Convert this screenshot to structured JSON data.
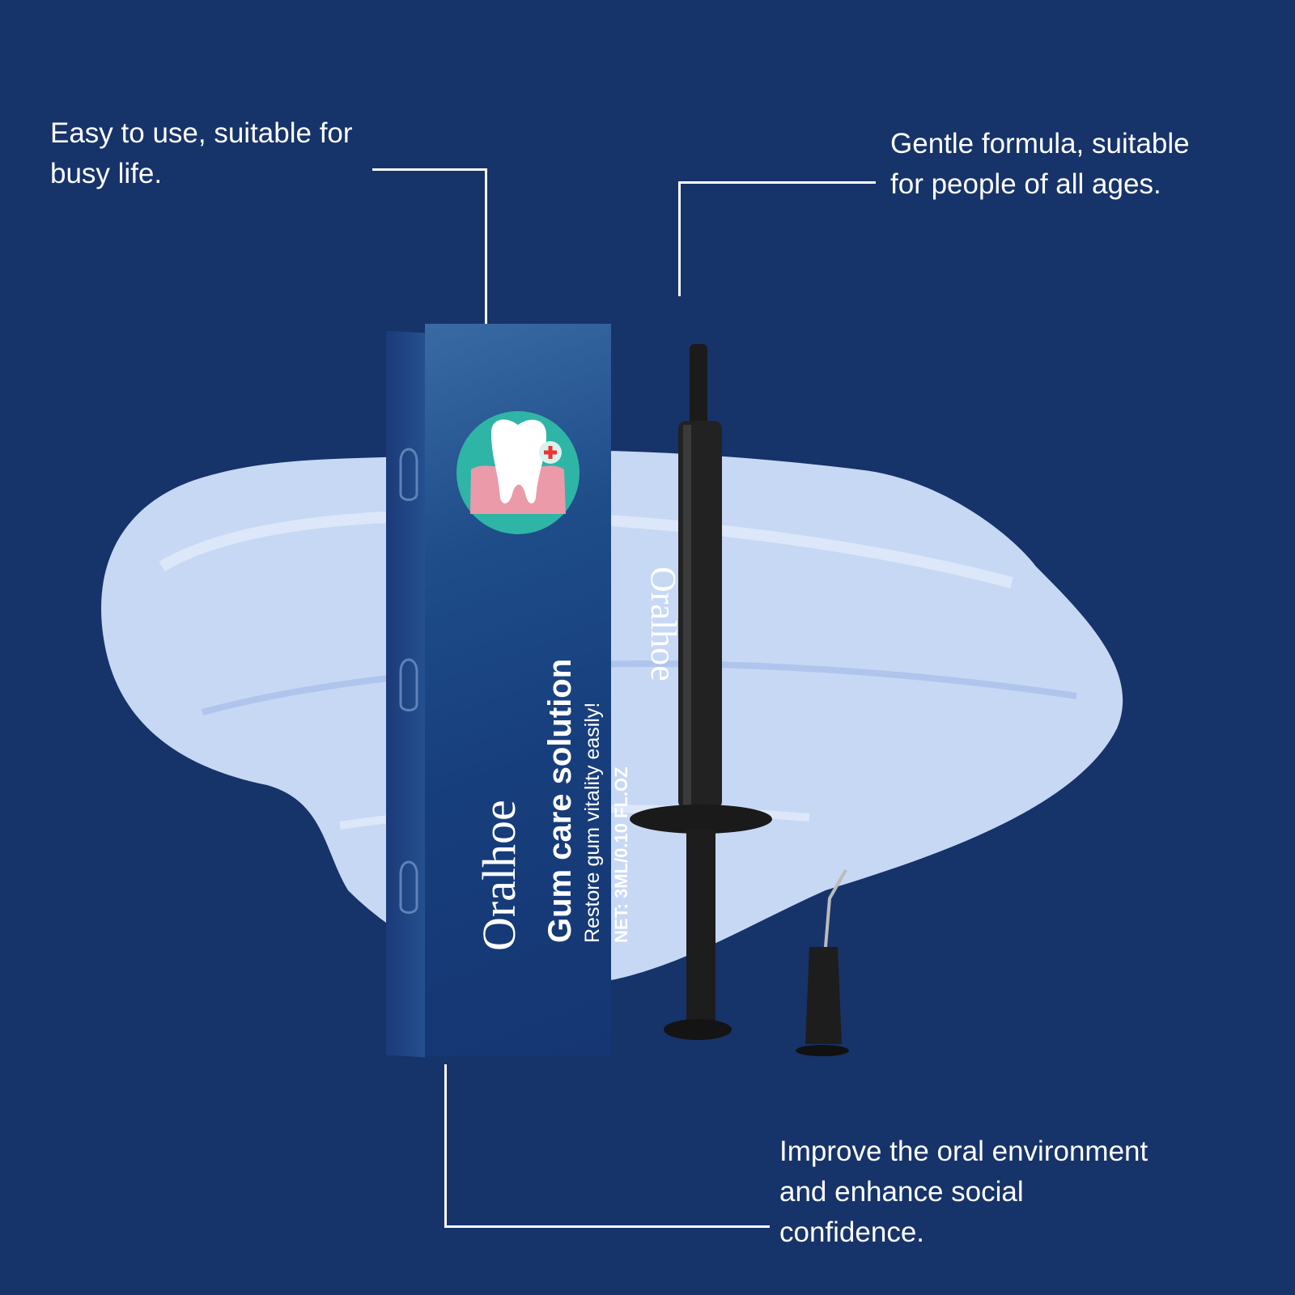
{
  "callouts": {
    "top_left": [
      "Easy to use, suitable for",
      "busy life."
    ],
    "top_right": [
      "Gentle formula, suitable",
      "for people of all ages."
    ],
    "bottom_right": [
      "Improve the oral environment",
      "and enhance social",
      "confidence."
    ]
  },
  "box": {
    "brand": "Oralhoe",
    "title": "Gum care solution",
    "subtitle": "Restore gum vitality easily!",
    "net": "NET: 3ML/0.10 FL.OZ"
  },
  "syringe": {
    "brand": "Oralhoe"
  },
  "colors": {
    "background": "#16336a",
    "gel": "#c7d8f5",
    "icon_circle": "#2fb5a6",
    "gum": "#eb9aa9"
  }
}
